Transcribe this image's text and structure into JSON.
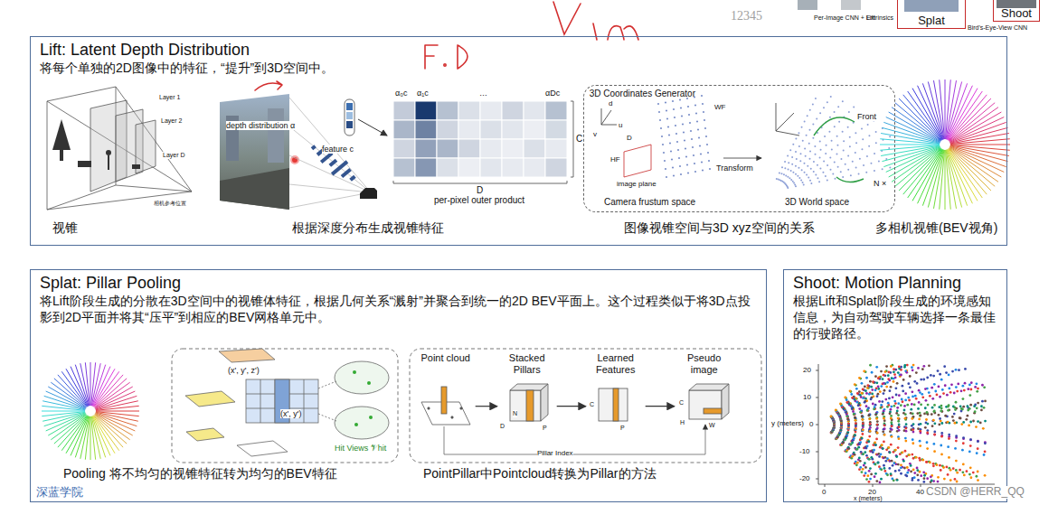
{
  "diagram": {
    "nodes": [
      {
        "text": [
          "Splat"
        ]
      },
      {
        "text": [
          "Shoot"
        ]
      },
      {
        "text": [
          "Lift: Latent Depth Distribution",
          "将每个单独的2D图像中的特征，“提升”到3D空间中。"
        ]
      },
      {
        "text": [
          "3D Coordinates Generator"
        ],
        "in": 2
      },
      {
        "text": [
          "Splat: Pillar Pooling",
          "将Lift阶段生成的分散在3D空间中的视锥体特征，根据几何关系“溅射”并聚合到统一的2D BEV平面上。这个过程类似于将3D点投影到2D平面并将其“压平”到相应的BEV网格单元中。"
        ]
      },
      {
        "text": [
          "Point cloud"
        ],
        "in": 4
      },
      {
        "text": [
          "Stacked Pillars"
        ],
        "in": 4
      },
      {
        "text": [
          "Learned Features"
        ],
        "in": 4
      },
      {
        "text": [
          "Pseudo image"
        ],
        "in": 4
      },
      {
        "text": [
          "Shoot: Motion Planning",
          "根据Lift和Splat阶段生成的环境感知信息，为自动驾驶车辆选择一条最佳的行驶路径。"
        ]
      }
    ],
    "edges": [
      {
        "from": 5,
        "to": 6,
        "arrow": "to"
      },
      {
        "from": 6,
        "to": 7,
        "arrow": "to"
      },
      {
        "from": 7,
        "to": 8,
        "arrow": "to"
      }
    ],
    "labels": [
      "Per-Image CNN + Lift",
      "Extrinsics",
      "Bird's-Eye-View CNN",
      "12345",
      "Layer 1",
      "Layer 2",
      "Layer D",
      "相机参考位置",
      "视锥",
      "depth distribution α",
      "feature c",
      "α₀c",
      "α₁c",
      "…",
      "αDc",
      "D",
      "C",
      "per-pixel outer product",
      "根据深度分布生成视锥特征",
      "d",
      "u",
      "v",
      "D",
      "WF",
      "HF",
      "image plane",
      "Camera frustum space",
      "Transform",
      "Front",
      "N ×",
      "3D World space",
      "图像视锥空间与3D xyz空间的关系",
      "多相机视锥(BEV视角)",
      "(x', y', z')",
      "(x', y')",
      "Hit Views 𝒱hit",
      "D",
      "N",
      "P",
      "C",
      "P",
      "C",
      "H",
      "W",
      "Pillar Index",
      "Pooling 将不均匀的视锥特征转为均匀的BEV特征",
      "PointPillar中Pointcloud转换为Pillar的方法",
      "20",
      "10",
      "0",
      "-10",
      "-20",
      "y (meters)",
      "0",
      "20",
      "40",
      "x (meters)",
      "CSDN @HERR_QQ",
      "深蓝学院"
    ]
  }
}
